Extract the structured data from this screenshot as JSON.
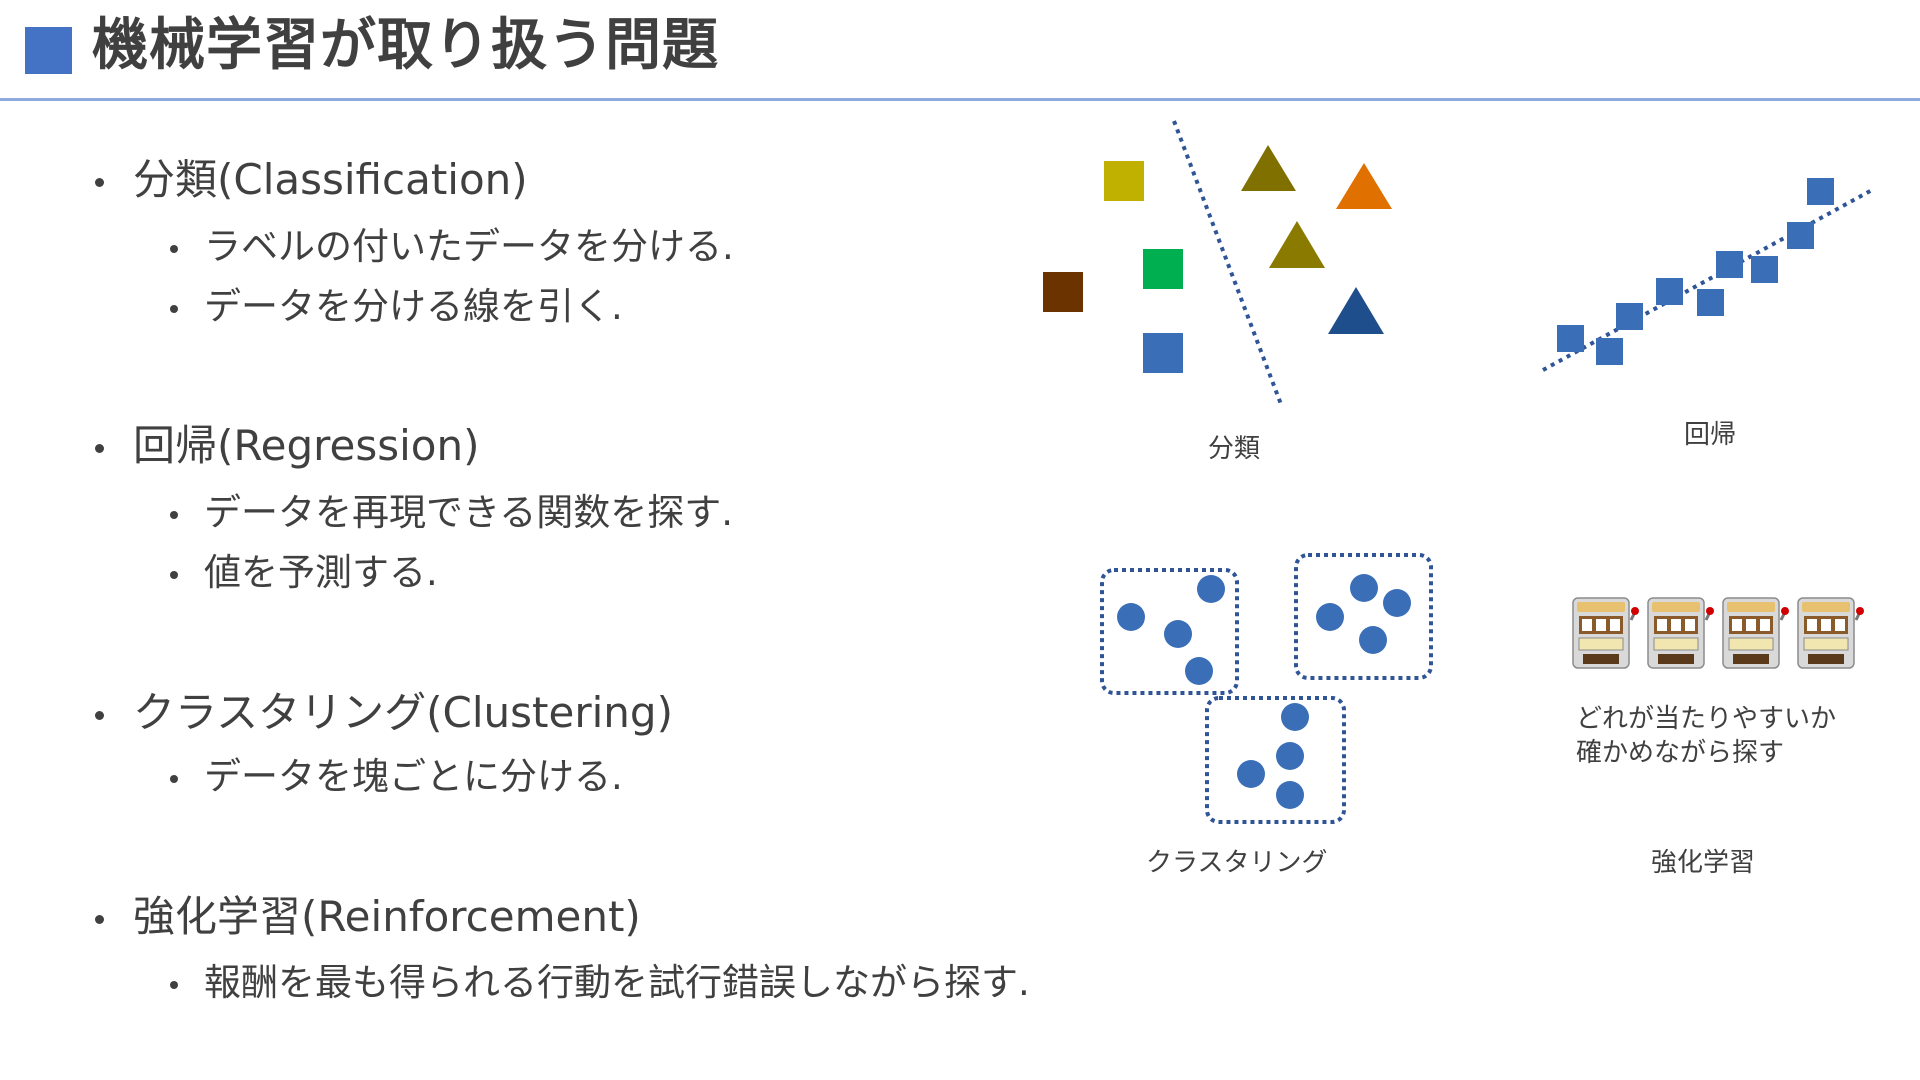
{
  "header": {
    "title": "機械学習が取り扱う問題",
    "accent_color": "#4472c4",
    "rule_color": "#8faadc"
  },
  "topics": [
    {
      "heading": "分類(Classification)",
      "points": [
        "ラベルの付いたデータを分ける.",
        "データを分ける線を引く."
      ]
    },
    {
      "heading": "回帰(Regression)",
      "points": [
        "データを再現できる関数を探す.",
        "値を予測する."
      ]
    },
    {
      "heading": "クラスタリング(Clustering)",
      "points": [
        "データを塊ごとに分ける."
      ]
    },
    {
      "heading": "強化学習(Reinforcement)",
      "points": [
        "報酬を最も得られる行動を試行錯誤しながら探す."
      ]
    }
  ],
  "diagrams": {
    "classification": {
      "label": "分類",
      "colors": {
        "square_yellow": "#c0b000",
        "square_green": "#00b050",
        "square_brown": "#6b3300",
        "square_blue": "#3a6fb8",
        "triangle_olive_1": "#7f7000",
        "triangle_orange": "#e07000",
        "triangle_olive_2": "#8a7a00",
        "triangle_navy": "#1f4e8c"
      },
      "icons": [
        "square-icon",
        "triangle-icon",
        "dotted-divider-line"
      ]
    },
    "regression": {
      "label": "回帰",
      "point_color": "#3a6fb8",
      "icons": [
        "square-icon",
        "dotted-trend-line"
      ]
    },
    "clustering": {
      "label": "クラスタリング",
      "point_color": "#3a6fb8",
      "icons": [
        "circle-icon",
        "dotted-cluster-box"
      ]
    },
    "reinforcement": {
      "label": "強化学習",
      "note_lines": [
        "どれが当たりやすいか",
        "確かめながら探す"
      ],
      "icons": [
        "slot-machine-icon"
      ]
    }
  }
}
